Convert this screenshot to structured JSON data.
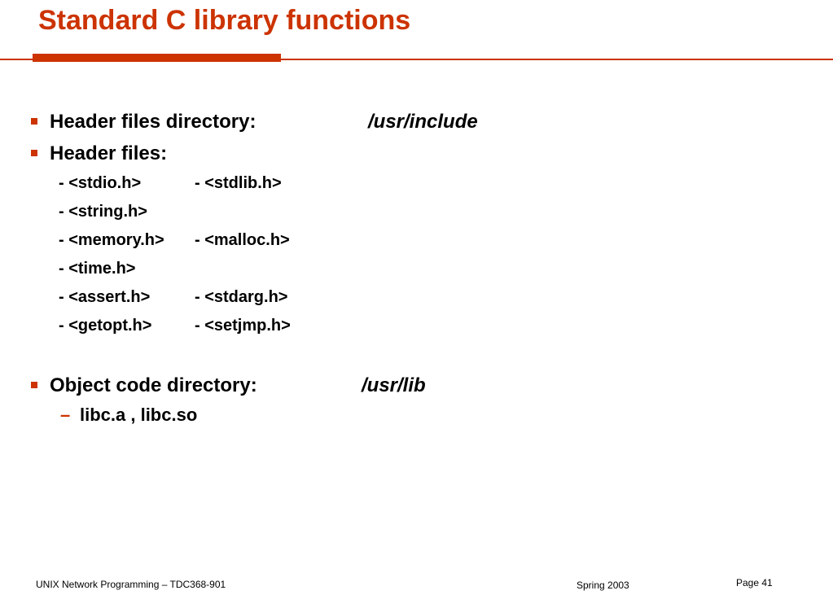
{
  "slide": {
    "title": "Standard C library functions",
    "colors": {
      "accent": "#cc3300",
      "text": "#000000",
      "background": "#ffffff"
    }
  },
  "bullets": [
    {
      "label": "Header files directory:",
      "path": "/usr/include"
    },
    {
      "label": "Header files:"
    },
    {
      "label": "Object code directory:",
      "path": "/usr/lib"
    }
  ],
  "header_rows": [
    [
      "- <stdio.h>",
      "- <stdlib.h>"
    ],
    [
      "- <string.h>",
      ""
    ],
    [
      "- <memory.h>",
      "- <malloc.h>"
    ],
    [
      "- <time.h>",
      ""
    ],
    [
      "- <assert.h>",
      "- <stdarg.h>"
    ],
    [
      "- <getopt.h>",
      "- <setjmp.h>"
    ]
  ],
  "sub_item": {
    "dash": "–",
    "text": "libc.a , libc.so"
  },
  "footer": {
    "course": "UNIX Network Programming – TDC368-901",
    "term": "Spring 2003",
    "page": "Page 41"
  }
}
